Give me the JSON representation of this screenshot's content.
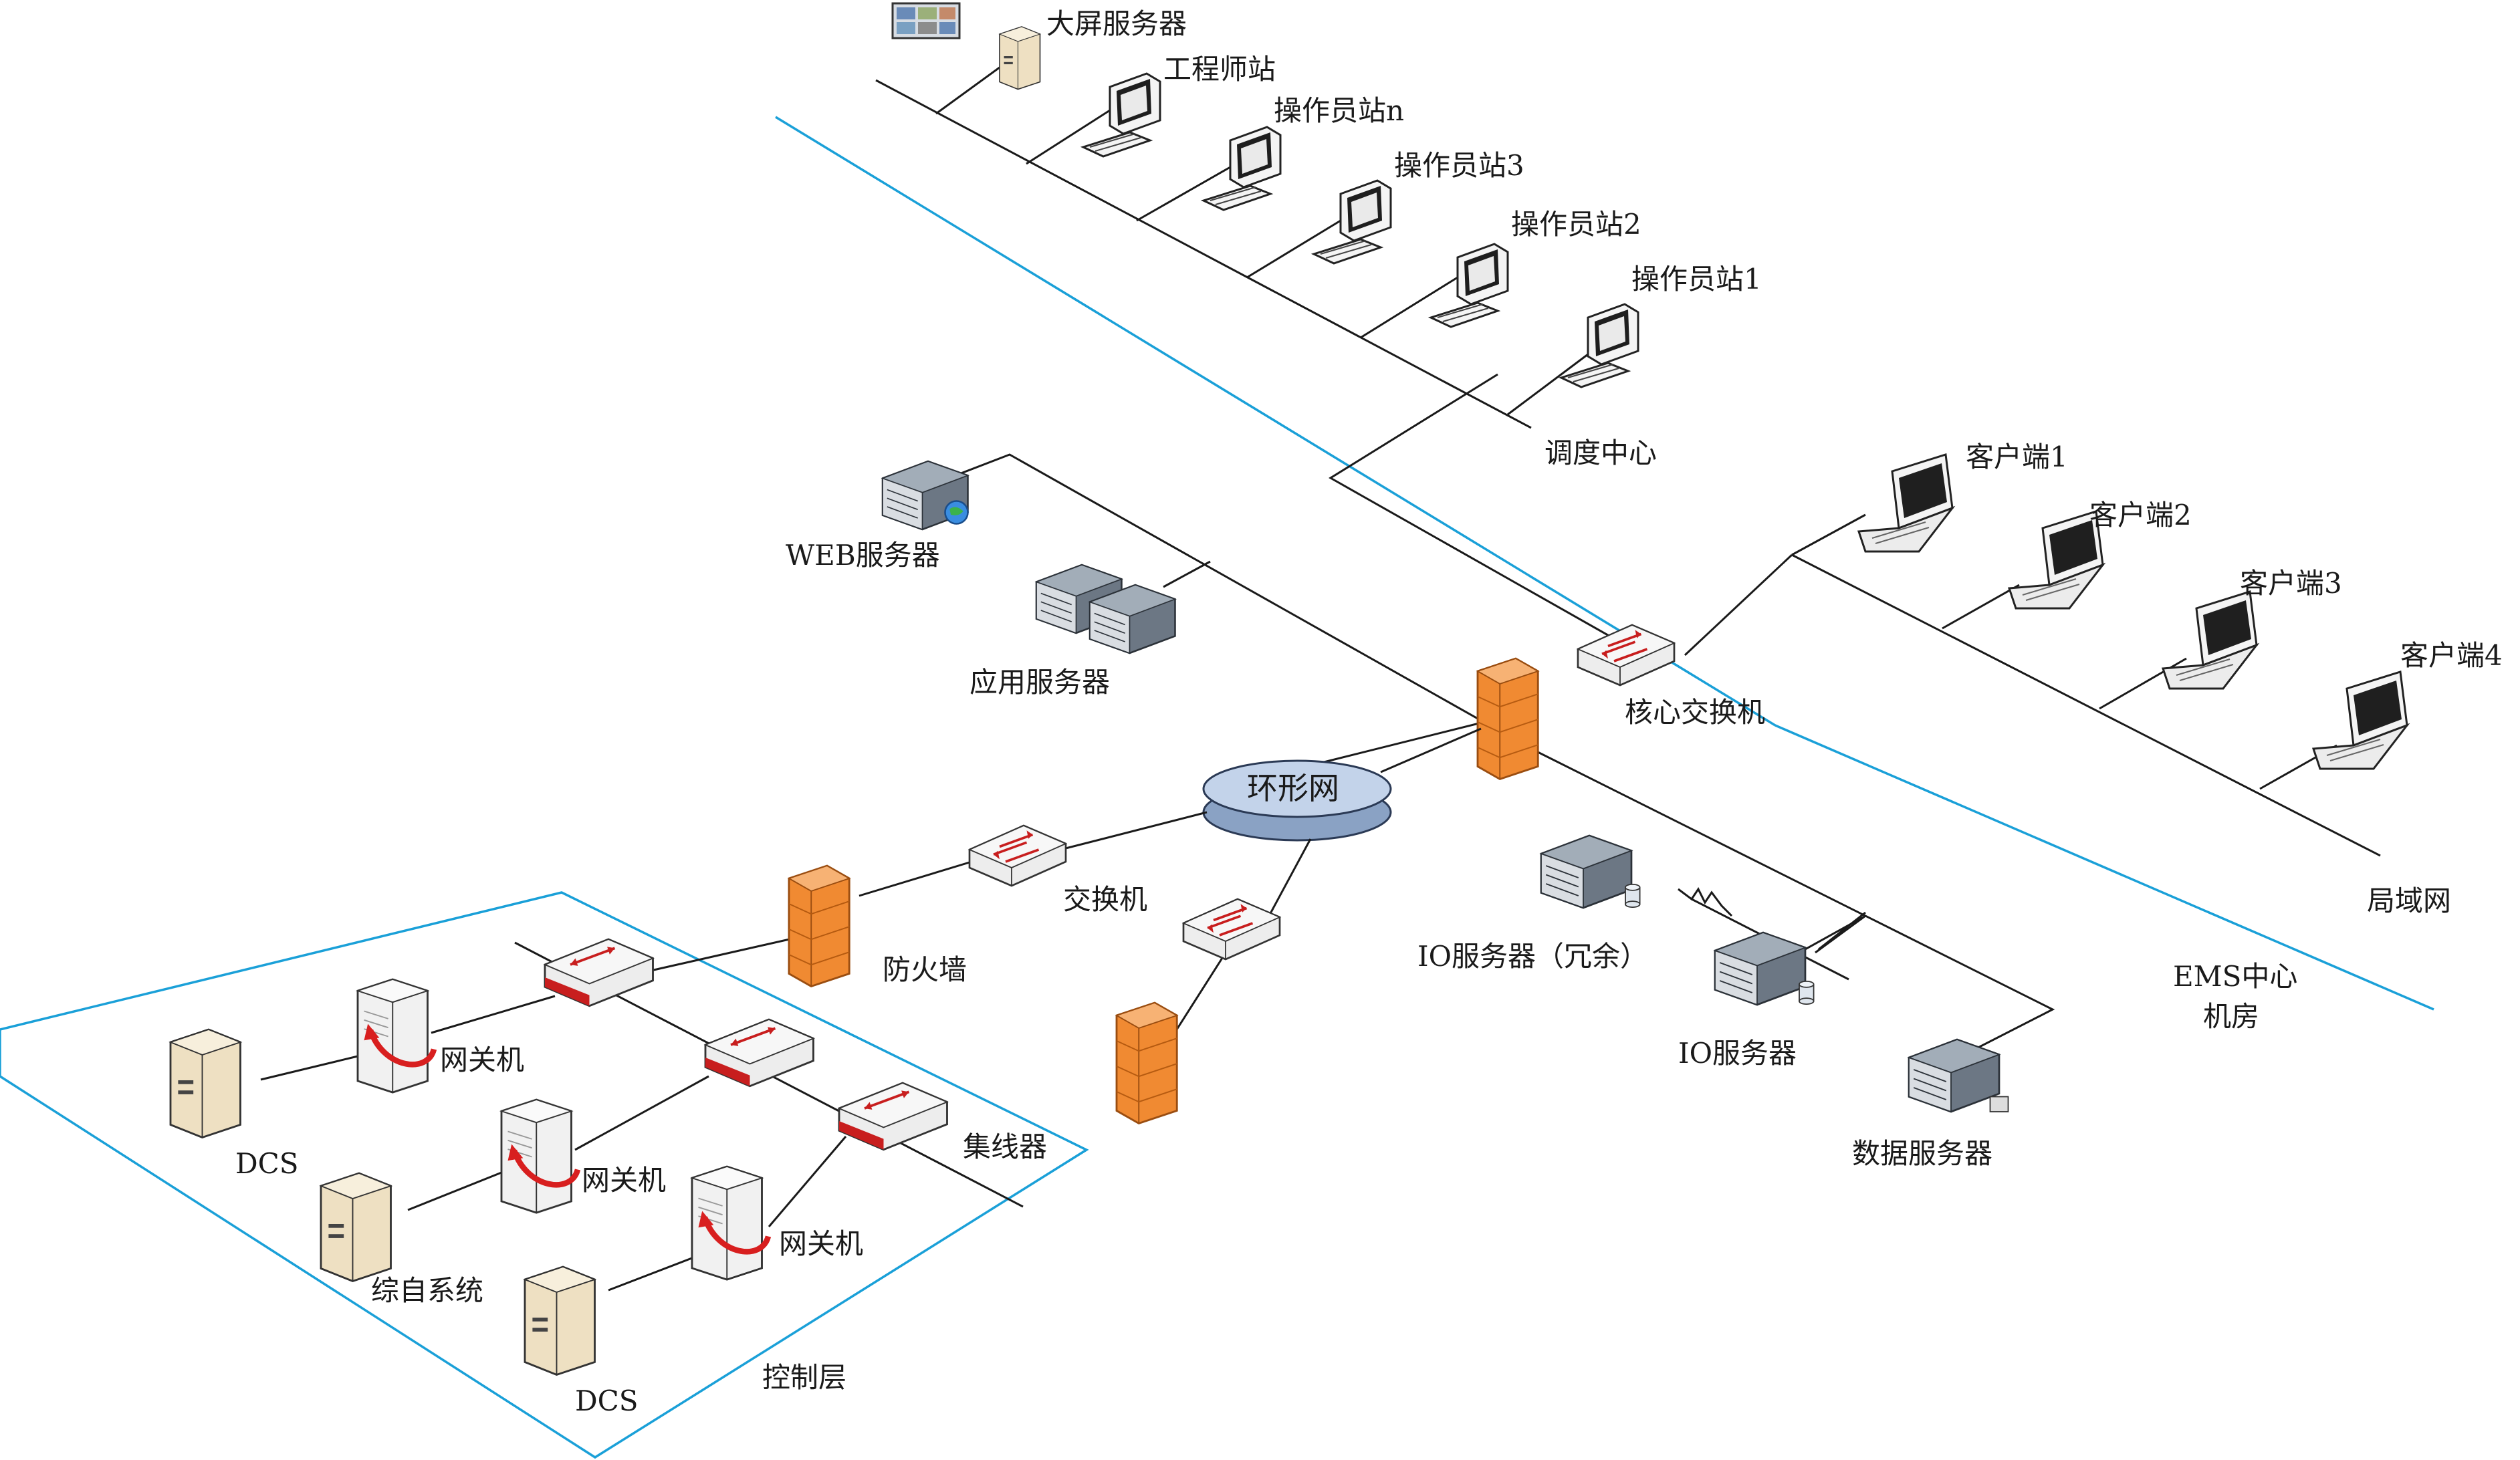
{
  "labels": {
    "big_screen_server": "大屏服务器",
    "engineer_station": "工程师站",
    "operator_station_n": "操作员站n",
    "operator_station_3": "操作员站3",
    "operator_station_2": "操作员站2",
    "operator_station_1": "操作员站1",
    "dispatch_center": "调度中心",
    "web_server": "WEB服务器",
    "app_server": "应用服务器",
    "core_switch": "核心交换机",
    "ring_network": "环形网",
    "switch": "交换机",
    "firewall": "防火墙",
    "client_1": "客户端1",
    "client_2": "客户端2",
    "client_3": "客户端3",
    "client_4": "客户端4",
    "lan": "局域网",
    "ems_room_line1": "EMS中心",
    "ems_room_line2": "机房",
    "io_server_redundant": "IO服务器（冗余）",
    "io_server": "IO服务器",
    "data_server": "数据服务器",
    "gateway_1": "网关机",
    "gateway_2": "网关机",
    "gateway_3": "网关机",
    "hub": "集线器",
    "dcs_1": "DCS",
    "dcs_2": "DCS",
    "integrated_system": "综自系统",
    "control_layer": "控制层"
  },
  "colors": {
    "zone_border": "#1aa0d8",
    "line": "#1a1a1a",
    "firewall": "#f08a32",
    "ring": "#b8cbe6",
    "switch_body": "#e8e8e8",
    "switch_accent": "#c81e1e",
    "server_dark": "#5e6b78",
    "tower_beige": "#eee0c2"
  }
}
